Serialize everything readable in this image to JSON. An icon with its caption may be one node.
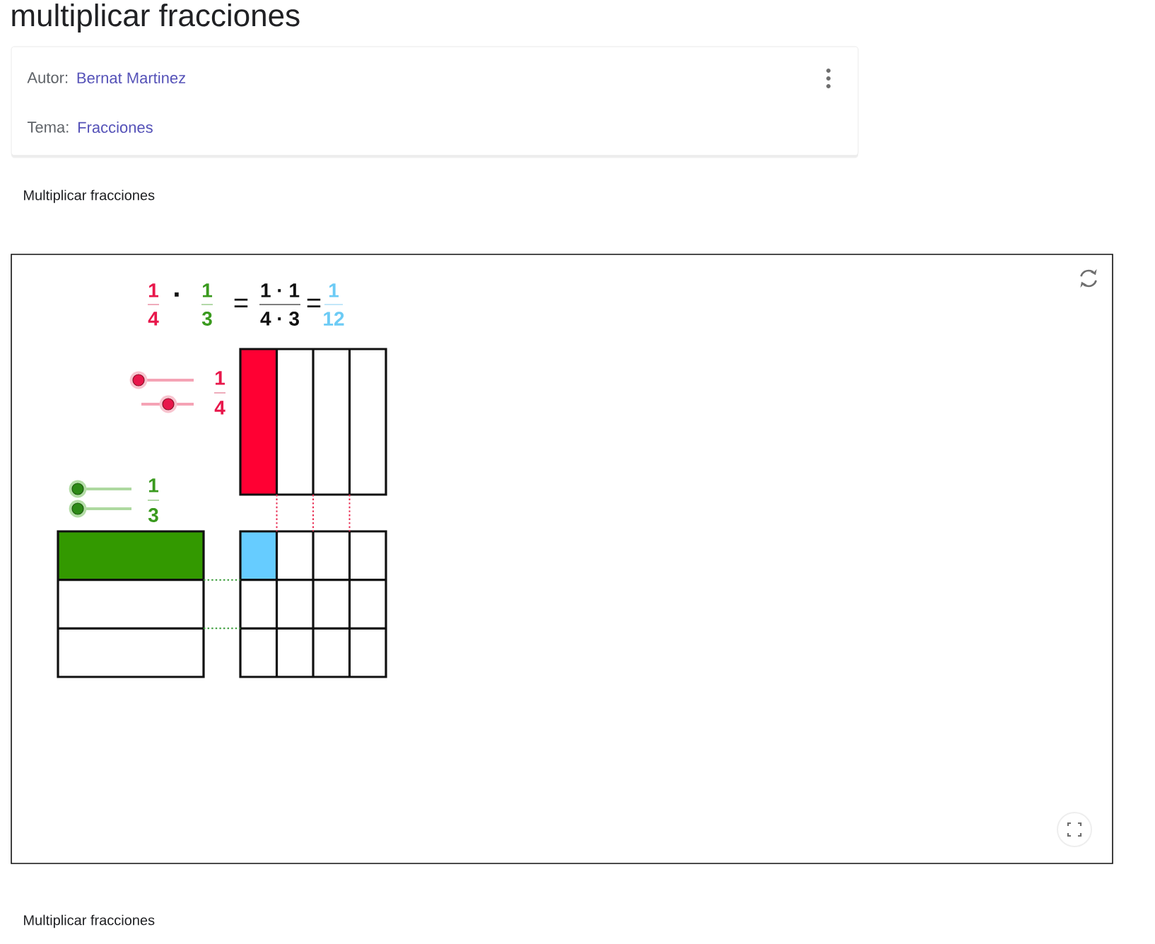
{
  "diagram": {
    "title": "multiplicar fracciones",
    "nodes": [
      {
        "text": [
          "Autor:",
          "Bernat Martinez",
          "Tema:",
          "Fracciones"
        ]
      },
      {
        "text": [],
        "shape": "box"
      },
      {
        "text": [],
        "shape": "bar",
        "in": 1
      },
      {
        "text": [],
        "shape": "bar",
        "in": 1
      },
      {
        "text": [],
        "shape": "grid",
        "in": 1
      }
    ],
    "edges": [
      {
        "from": 2,
        "to": 4,
        "arrow": "none",
        "style": "dashed"
      },
      {
        "from": 2,
        "to": 4,
        "arrow": "none",
        "style": "dashed"
      },
      {
        "from": 2,
        "to": 4,
        "arrow": "none",
        "style": "dashed"
      },
      {
        "from": 3,
        "to": 4,
        "arrow": "none",
        "style": "dashed",
        "color": "#339933"
      },
      {
        "from": 3,
        "to": 4,
        "arrow": "none",
        "style": "dashed",
        "color": "#339933"
      }
    ],
    "labels": [
      "Multiplicar fracciones",
      "1",
      "4",
      "·",
      "1",
      "3",
      "=",
      "1 · 1",
      "4 · 3",
      "=",
      "1",
      "12",
      "1",
      "4",
      "1",
      "3",
      "Multiplicar fracciones"
    ]
  }
}
